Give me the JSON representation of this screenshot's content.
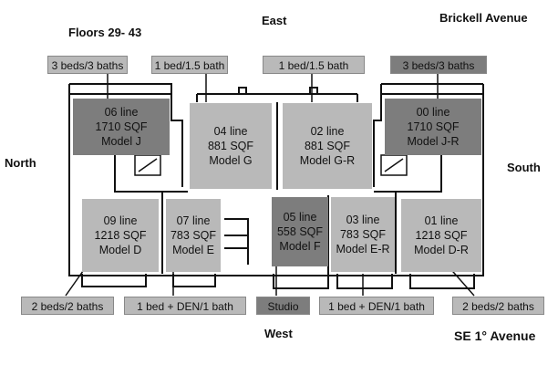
{
  "title": "Floors 29- 43",
  "directions": {
    "east": "East",
    "west": "West",
    "north": "North",
    "south": "South"
  },
  "streets": {
    "top": "Brickell Avenue",
    "bottom": "SE 1° Avenue"
  },
  "top_labels": [
    "3 beds/3 baths",
    "1 bed/1.5 bath",
    "1 bed/1.5 bath",
    "3 beds/3 baths"
  ],
  "bottom_labels": [
    "2 beds/2 baths",
    "1 bed + DEN/1 bath",
    "Studio",
    "1 bed + DEN/1 bath",
    "2 beds/2 baths"
  ],
  "units": [
    {
      "line": "06 line",
      "sqf": "1710 SQF",
      "model": "Model J"
    },
    {
      "line": "04 line",
      "sqf": "881 SQF",
      "model": "Model G"
    },
    {
      "line": "02 line",
      "sqf": "881 SQF",
      "model": "Model G-R"
    },
    {
      "line": "00 line",
      "sqf": "1710 SQF",
      "model": "Model J-R"
    },
    {
      "line": "09 line",
      "sqf": "1218 SQF",
      "model": "Model D"
    },
    {
      "line": "07 line",
      "sqf": "783 SQF",
      "model": "Model E"
    },
    {
      "line": "05 line",
      "sqf": "558 SQF",
      "model": "Model F"
    },
    {
      "line": "03 line",
      "sqf": "783 SQF",
      "model": "Model E-R"
    },
    {
      "line": "01 line",
      "sqf": "1218 SQF",
      "model": "Model D-R"
    }
  ],
  "colors": {
    "light": "#b9b9b9",
    "dark": "#7d7d7d"
  }
}
